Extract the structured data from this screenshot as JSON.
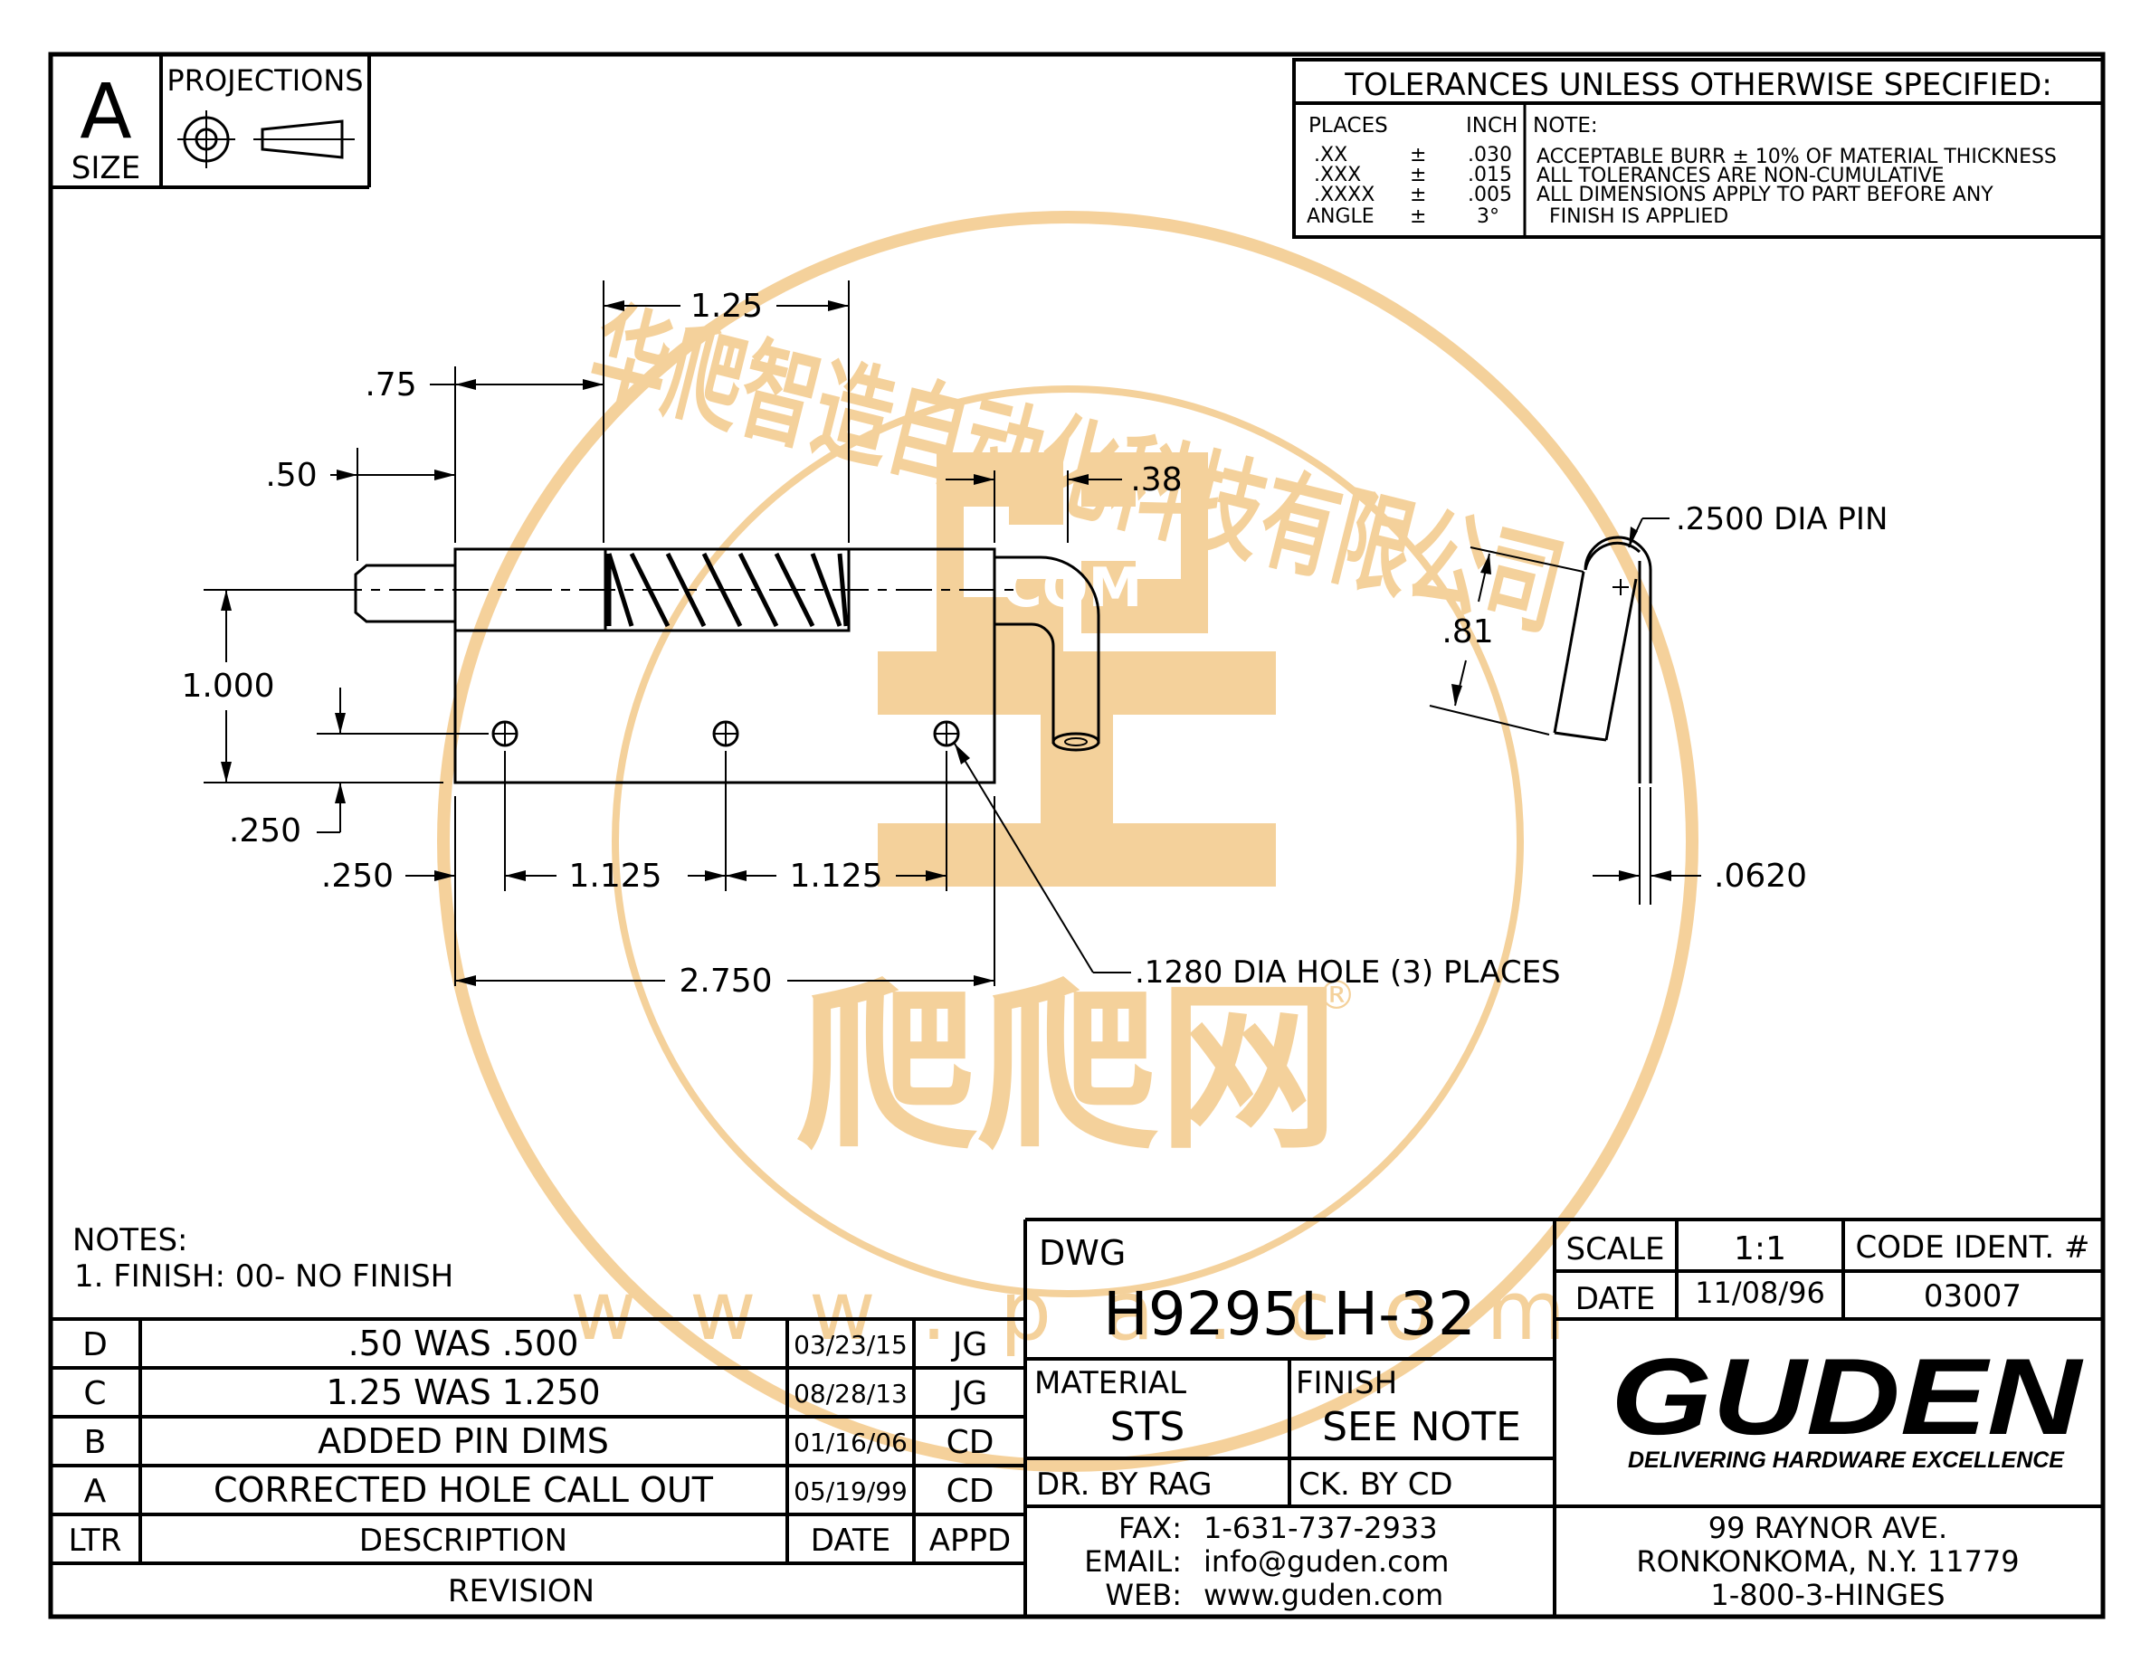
{
  "title_block": {
    "size_letter": "A",
    "size_label": "SIZE",
    "projections_label": "PROJECTIONS",
    "dwg_label": "DWG",
    "dwg_number": "H9295LH-32",
    "scale_label": "SCALE",
    "scale_value": "1:1",
    "code_ident_label": "CODE IDENT. #",
    "code_ident_value": "03007",
    "date_label": "DATE",
    "date_value": "11/08/96",
    "material_label": "MATERIAL",
    "material_value": "STS",
    "finish_label": "FINISH",
    "finish_value": "SEE NOTE",
    "drawn_by": "DR. BY  RAG",
    "checked_by": "CK. BY  CD",
    "contact": {
      "fax_label": "FAX:",
      "fax": "1-631-737-2933",
      "email_label": "EMAIL:",
      "email": "info@guden.com",
      "web_label": "WEB:",
      "web": "www.guden.com"
    },
    "address": {
      "line1": "99 RAYNOR AVE.",
      "line2": "RONKONKOMA, N.Y. 11779",
      "line3": "1-800-3-HINGES"
    },
    "company_logo": "GUDEN",
    "company_tagline": "DELIVERING HARDWARE EXCELLENCE"
  },
  "tolerances": {
    "title": "TOLERANCES UNLESS OTHERWISE SPECIFIED:",
    "places_header": "PLACES",
    "inch_header": "INCH",
    "note_header": "NOTE:",
    "rows": [
      {
        "places": ".XX",
        "pm": "±",
        "inch": ".030"
      },
      {
        "places": ".XXX",
        "pm": "±",
        "inch": ".015"
      },
      {
        "places": ".XXXX",
        "pm": "±",
        "inch": ".005"
      },
      {
        "places": "ANGLE",
        "pm": "±",
        "inch": "3°"
      }
    ],
    "notes": [
      "ACCEPTABLE BURR ± 10% OF MATERIAL THICKNESS",
      "ALL TOLERANCES ARE NON-CUMULATIVE",
      "ALL DIMENSIONS APPLY TO PART BEFORE ANY",
      "FINISH IS APPLIED"
    ]
  },
  "notes": {
    "header": "NOTES:",
    "items": [
      "1. FINISH: 00-  NO FINISH"
    ]
  },
  "revisions": {
    "title": "REVISION",
    "headers": {
      "ltr": "LTR",
      "description": "DESCRIPTION",
      "date": "DATE",
      "appd": "APPD"
    },
    "rows": [
      {
        "ltr": "D",
        "description": ".50  WAS  .500",
        "date": "03/23/15",
        "appd": "JG"
      },
      {
        "ltr": "C",
        "description": "1.25  WAS  1.250",
        "date": "08/28/13",
        "appd": "JG"
      },
      {
        "ltr": "B",
        "description": "ADDED  PIN  DIMS",
        "date": "01/16/06",
        "appd": "CD"
      },
      {
        "ltr": "A",
        "description": "CORRECTED  HOLE  CALL  OUT",
        "date": "05/19/99",
        "appd": "CD"
      }
    ]
  },
  "dimensions": {
    "d_125": "1.25",
    "d_075": ".75",
    "d_050": ".50",
    "d_038": ".38",
    "d_1000": "1.000",
    "d_0250_v": ".250",
    "d_0250_h": ".250",
    "d_1125_a": "1.125",
    "d_1125_b": "1.125",
    "d_2750": "2.750",
    "hole_callout": ".1280  DIA  HOLE  (3)  PLACES",
    "pin_callout": ".2500  DIA  PIN",
    "d_081": ".81",
    "d_0620": ".0620"
  },
  "watermark": {
    "ring_text": "华爬智造自动化科技有限公司",
    "logo_text": "爬爬网",
    "badge_text": "COM",
    "url_text": "www.pa.com",
    "mark": "®"
  },
  "colors": {
    "line": "#000000",
    "background": "#ffffff",
    "watermark": "#f3c98a"
  }
}
